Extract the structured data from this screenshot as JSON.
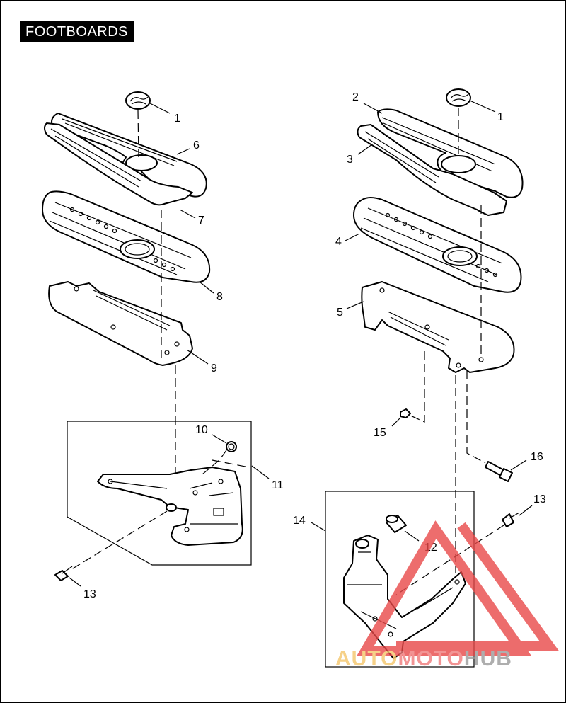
{
  "title": "FOOTBOARDS",
  "callouts": [
    "1",
    "1",
    "2",
    "3",
    "4",
    "5",
    "6",
    "7",
    "8",
    "9",
    "10",
    "11",
    "12",
    "13",
    "13",
    "14",
    "15",
    "16"
  ],
  "watermark": {
    "part1": "AUTO",
    "part2": "MOTO",
    "part3": "HUB",
    "color_auto": "#f5c66b",
    "color_moto": "#f07a7a",
    "color_hub": "#9a9a9a",
    "triangle_color": "#e84848"
  }
}
